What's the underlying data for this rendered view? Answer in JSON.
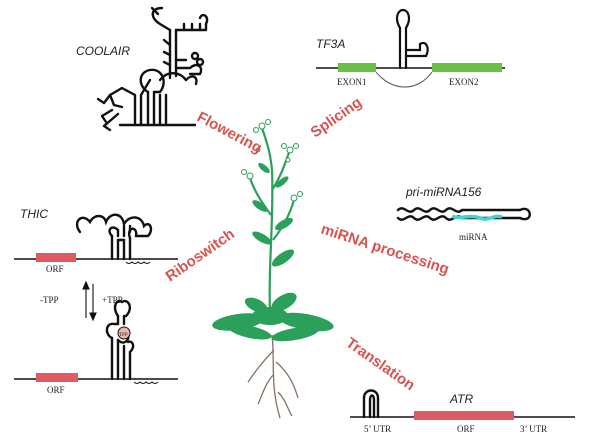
{
  "colors": {
    "process_label": "#d9534f",
    "exon": "#6abf45",
    "orf": "#e05a64",
    "mirna": "#3fd6d0",
    "plant": "#2aa05a",
    "line": "#111111"
  },
  "genes": {
    "coolair": "COOLAIR",
    "tf3a": "TF3A",
    "thic": "THIC",
    "pri_mirna156": "pri-miRNA156",
    "atr": "ATR"
  },
  "processes": {
    "flowering": "Flowering",
    "splicing": "Splicing",
    "mirna_processing": "miRNA processing",
    "riboswitch": "Riboswitch",
    "translation": "Translation"
  },
  "labels": {
    "exon1": "EXON1",
    "exon2": "EXON2",
    "mirna": "miRNA",
    "orf": "ORF",
    "minus_tpp": "-TPP",
    "plus_tpp": "+TPP",
    "tpp": "TPP",
    "utr5": "5’ UTR",
    "utr3": "3’ UTR"
  }
}
